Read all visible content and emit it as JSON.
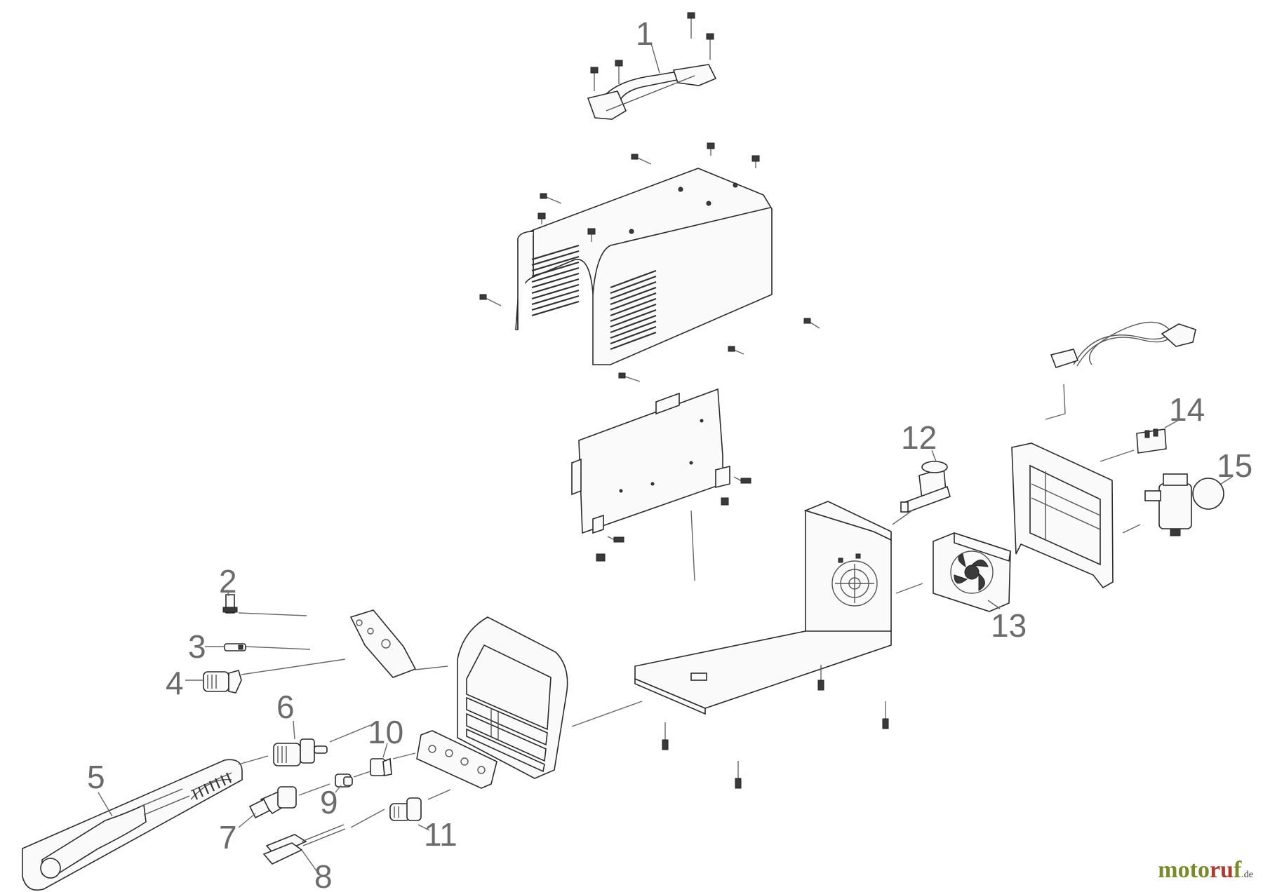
{
  "labels": {
    "p1": "1",
    "p2": "2",
    "p3": "3",
    "p4": "4",
    "p5": "5",
    "p6": "6",
    "p7": "7",
    "p8": "8",
    "p9": "9",
    "p10": "10",
    "p11": "11",
    "p12": "12",
    "p13": "13",
    "p14": "14",
    "p15": "15"
  },
  "watermark": {
    "part_a": "moto",
    "part_b": "ru",
    "part_c": "f",
    "part_d": ".de"
  },
  "colors": {
    "label_gray": "#6b6b6b",
    "line": "#2a2a2a",
    "watermark_green": "#7a8a2a",
    "watermark_red": "#b03a2e"
  }
}
